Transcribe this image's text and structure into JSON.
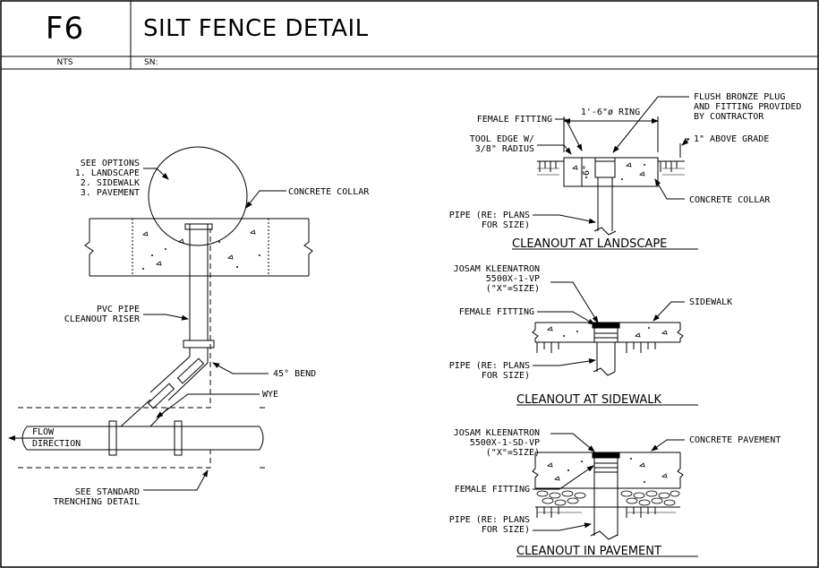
{
  "header": {
    "code": "F6",
    "title": "SILT FENCE DETAIL",
    "scale": "NTS",
    "sn": "SN:"
  },
  "left_detail": {
    "see_options": [
      "SEE OPTIONS",
      "1. LANDSCAPE",
      "2. SIDEWALK",
      "3. PAVEMENT"
    ],
    "concrete_collar": "CONCRETE COLLAR",
    "pvc_pipe": [
      "PVC PIPE",
      "CLEANOUT RISER"
    ],
    "bend": "45° BEND",
    "wye": "WYE",
    "flow": [
      "FLOW",
      "DIRECTION"
    ],
    "trenching": [
      "SEE STANDARD",
      "TRENCHING DETAIL"
    ]
  },
  "landscape": {
    "female_fitting": "FEMALE FITTING",
    "ring": "1'-6\"ø RING",
    "plug": [
      "FLUSH BRONZE PLUG",
      "AND FITTING PROVIDED",
      "BY CONTRACTOR"
    ],
    "tool_edge": [
      "TOOL EDGE W/",
      "3/8\" RADIUS"
    ],
    "above_grade": "1\" ABOVE GRADE",
    "depth": "6\"",
    "concrete_collar": "CONCRETE COLLAR",
    "pipe": [
      "PIPE (RE: PLANS",
      "FOR SIZE)"
    ],
    "title": "CLEANOUT AT LANDSCAPE"
  },
  "sidewalk": {
    "josam": [
      "JOSAM KLEENATRON",
      "5500X-1-VP",
      "(\"X\"=SIZE)"
    ],
    "female_fitting": "FEMALE FITTING",
    "sidewalk": "SIDEWALK",
    "pipe": [
      "PIPE (RE: PLANS",
      "FOR SIZE)"
    ],
    "title": "CLEANOUT AT SIDEWALK"
  },
  "pavement": {
    "josam": [
      "JOSAM KLEENATRON",
      "5500X-1-SD-VP",
      "(\"X\"=SIZE)"
    ],
    "concrete_pavement": "CONCRETE PAVEMENT",
    "female_fitting": "FEMALE FITTING",
    "pipe": [
      "PIPE (RE: PLANS",
      "FOR SIZE)"
    ],
    "title": "CLEANOUT IN PAVEMENT"
  }
}
